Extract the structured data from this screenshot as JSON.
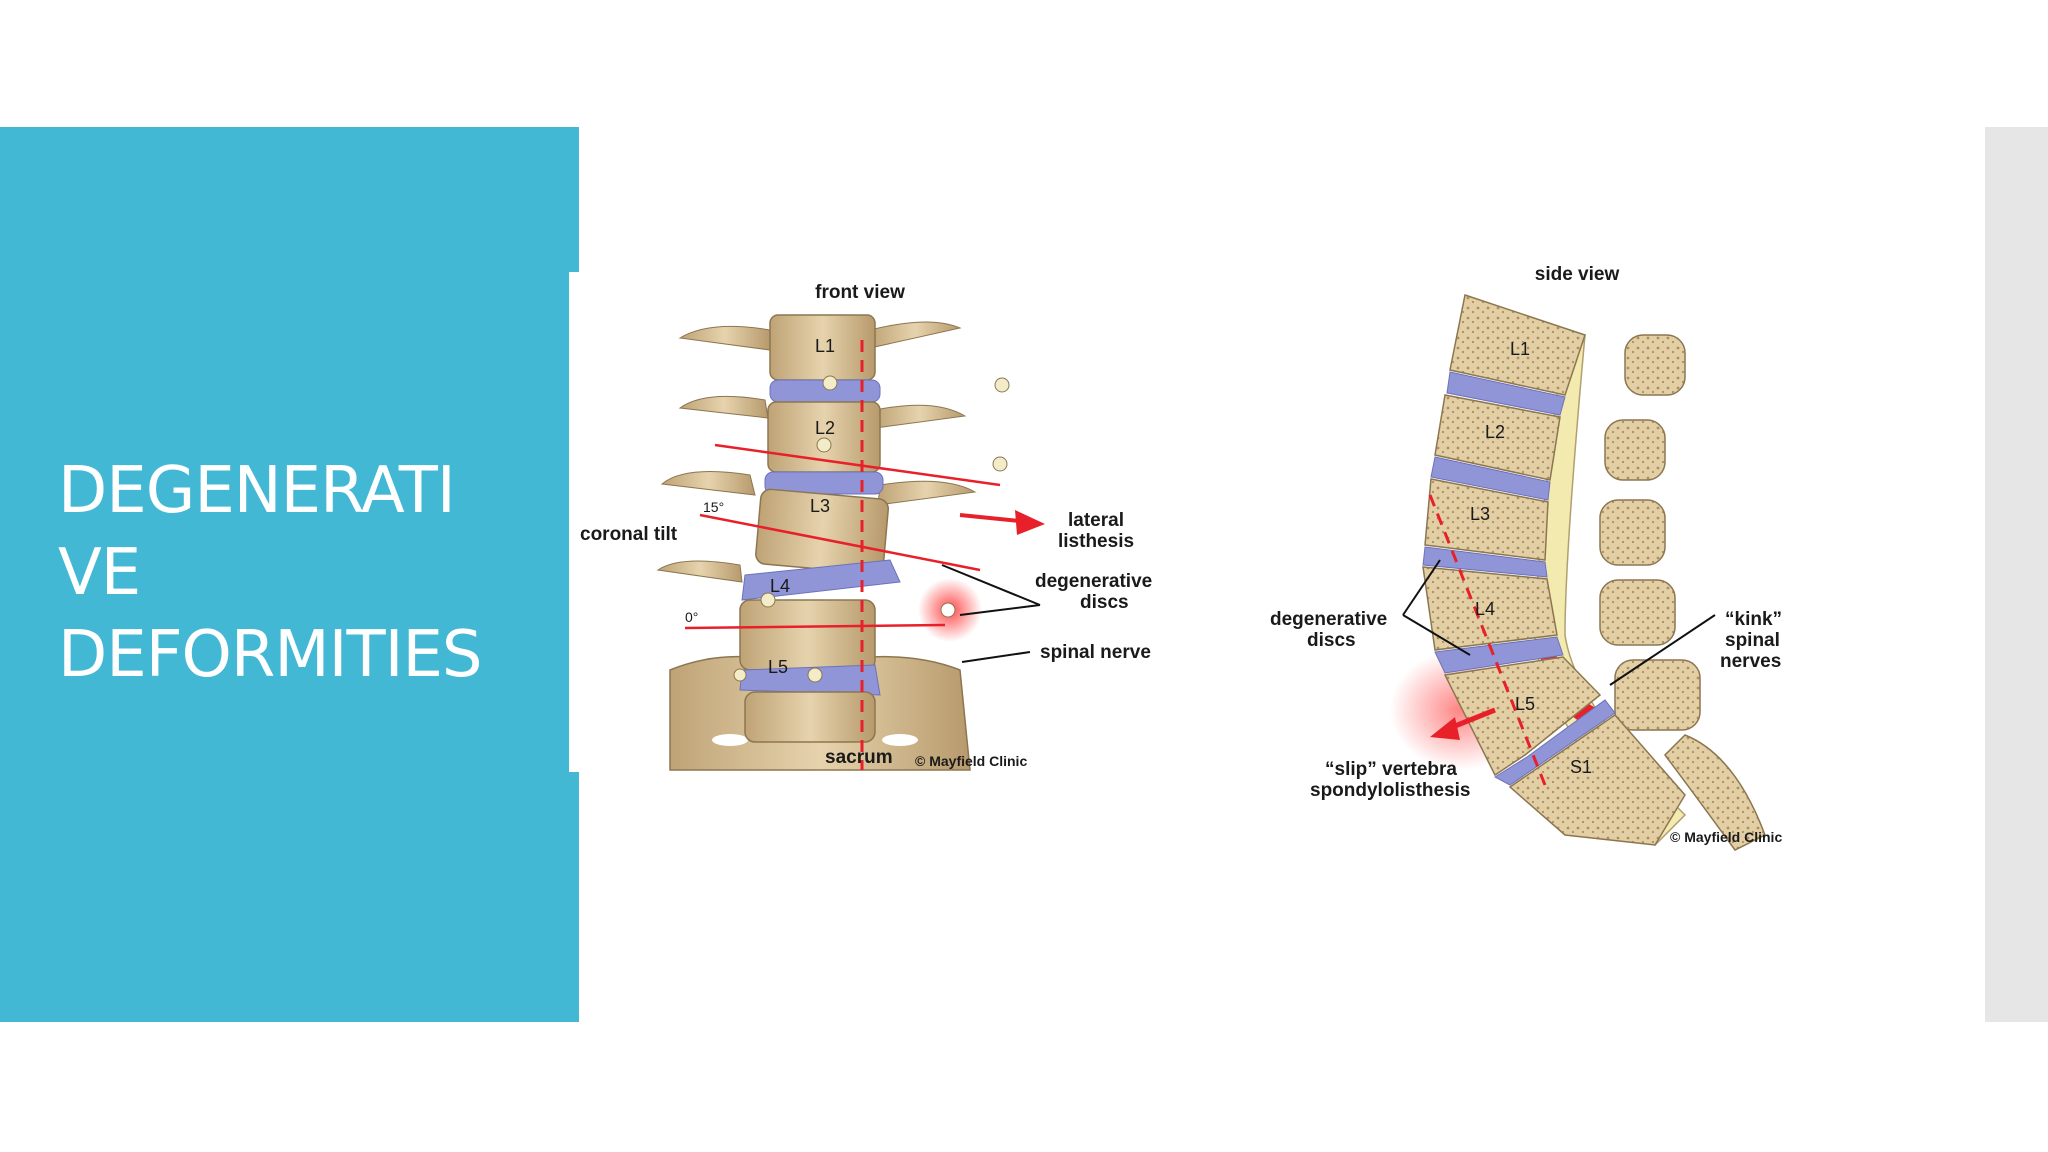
{
  "slide": {
    "title_lines": [
      "DEGENERATI",
      "VE",
      "DEFORMITIES"
    ]
  },
  "front_figure": {
    "view_label": "front view",
    "vertebrae": [
      "L1",
      "L2",
      "L3",
      "L4",
      "L5"
    ],
    "sacrum_label": "sacrum",
    "copyright": "© Mayfield Clinic",
    "angle_15": "15°",
    "angle_0": "0°",
    "coronal_tilt": "coronal tilt",
    "lateral_listhesis": [
      "lateral",
      "listhesis"
    ],
    "degenerative_discs": [
      "degenerative",
      "discs"
    ],
    "spinal_nerve": "spinal nerve"
  },
  "side_figure": {
    "view_label": "side view",
    "vertebrae": [
      "L1",
      "L2",
      "L3",
      "L4",
      "L5",
      "S1"
    ],
    "degenerative_discs": [
      "degenerative",
      "discs"
    ],
    "kink": [
      "“kink”",
      "spinal",
      "nerves"
    ],
    "slip": [
      "“slip” vertebra",
      "spondylolisthesis"
    ],
    "copyright": "© Mayfield Clinic"
  },
  "colors": {
    "panel": "#42b8d4",
    "bone": "#d9c29a",
    "disc": "#8f95d6",
    "nerve": "#f3eab0",
    "red": "#e8202a"
  }
}
